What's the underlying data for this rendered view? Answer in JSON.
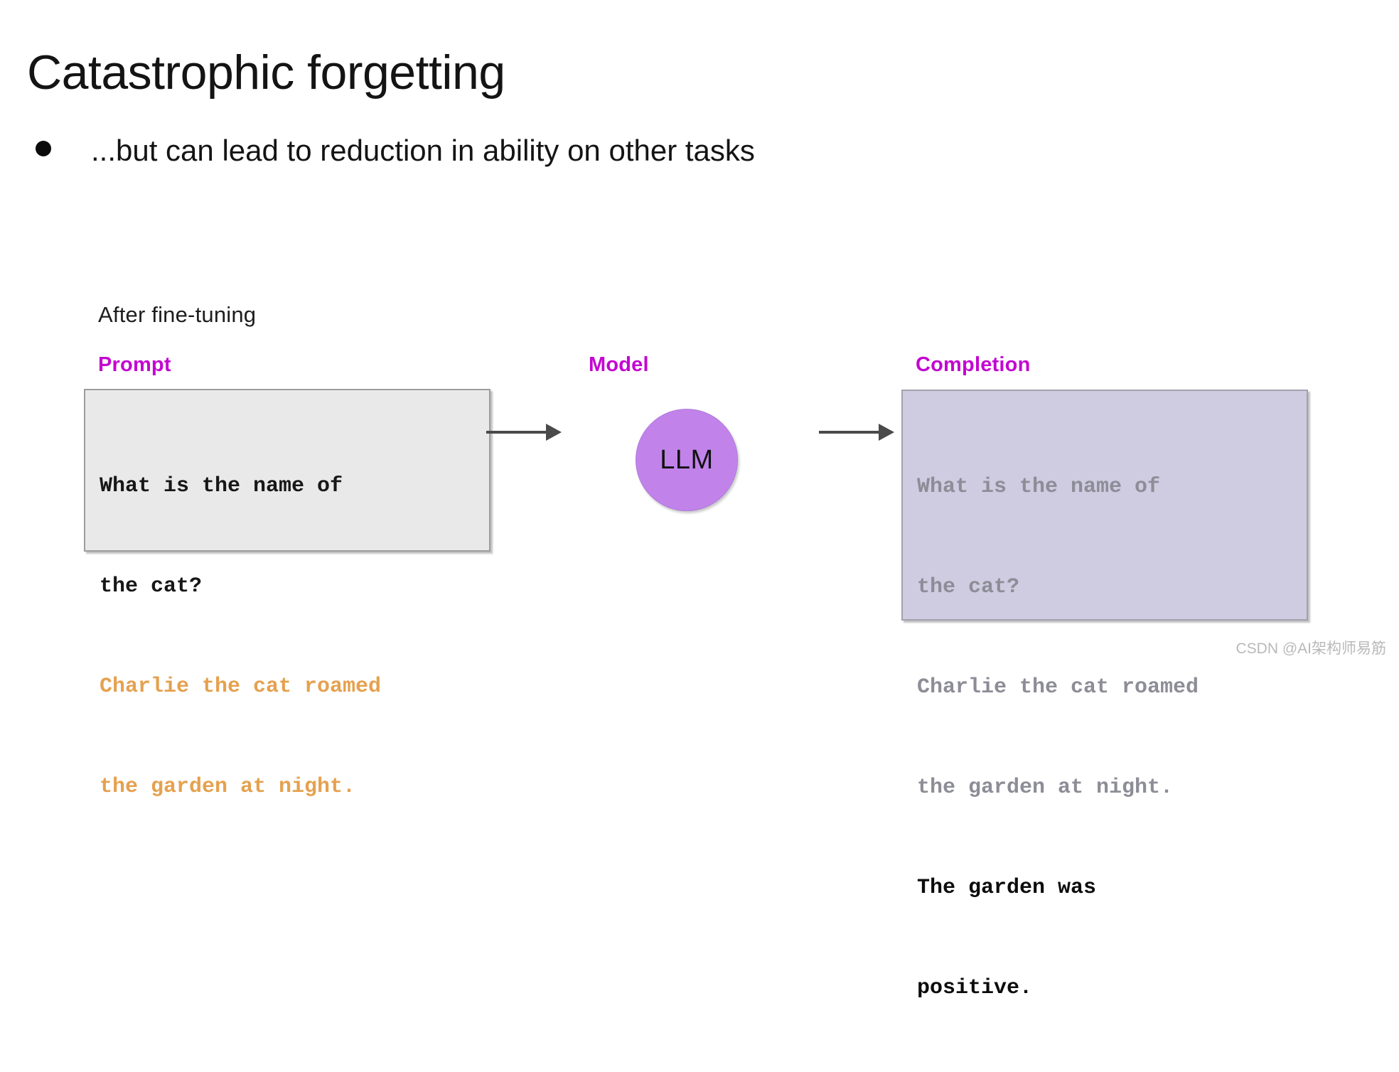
{
  "slide": {
    "title": "Catastrophic forgetting",
    "bullets": [
      {
        "marker": "bullet-dot",
        "text": "...but can lead to reduction in ability on other tasks"
      }
    ]
  },
  "diagram": {
    "stage_caption": "After  fine-tuning",
    "columns": {
      "prompt_label": "Prompt",
      "model_label": "Model",
      "completion_label": "Completion"
    },
    "prompt_box": {
      "lines": [
        {
          "text": "What is the name of",
          "style": "dark"
        },
        {
          "text": "the cat?",
          "style": "dark"
        },
        {
          "text": "Charlie the cat roamed",
          "style": "orange"
        },
        {
          "text": "the garden at night.",
          "style": "orange"
        }
      ]
    },
    "model": {
      "node_label": "LLM"
    },
    "completion_box": {
      "lines": [
        {
          "text": "What is the name of",
          "style": "muted"
        },
        {
          "text": "the cat?",
          "style": "muted"
        },
        {
          "text": "Charlie the cat roamed",
          "style": "muted"
        },
        {
          "text": "the garden at night.",
          "style": "muted"
        },
        {
          "text": "The garden was",
          "style": "generated"
        },
        {
          "text": "positive.",
          "style": "generated"
        }
      ]
    },
    "arrows": [
      {
        "name": "prompt-to-model",
        "direction": "right"
      },
      {
        "name": "model-to-completion",
        "direction": "right"
      }
    ]
  },
  "watermark": {
    "text": "CSDN @AI架构师易筋"
  },
  "colors": {
    "label_magenta": "#c307d1",
    "prompt_box_bg": "#e9e9e9",
    "completion_box_bg": "#cfcbe1",
    "llm_circle": "#c183ea",
    "highlight_orange": "#e5a14f",
    "muted_gray": "#8d8d97",
    "arrow_gray": "#4a4a4a"
  }
}
